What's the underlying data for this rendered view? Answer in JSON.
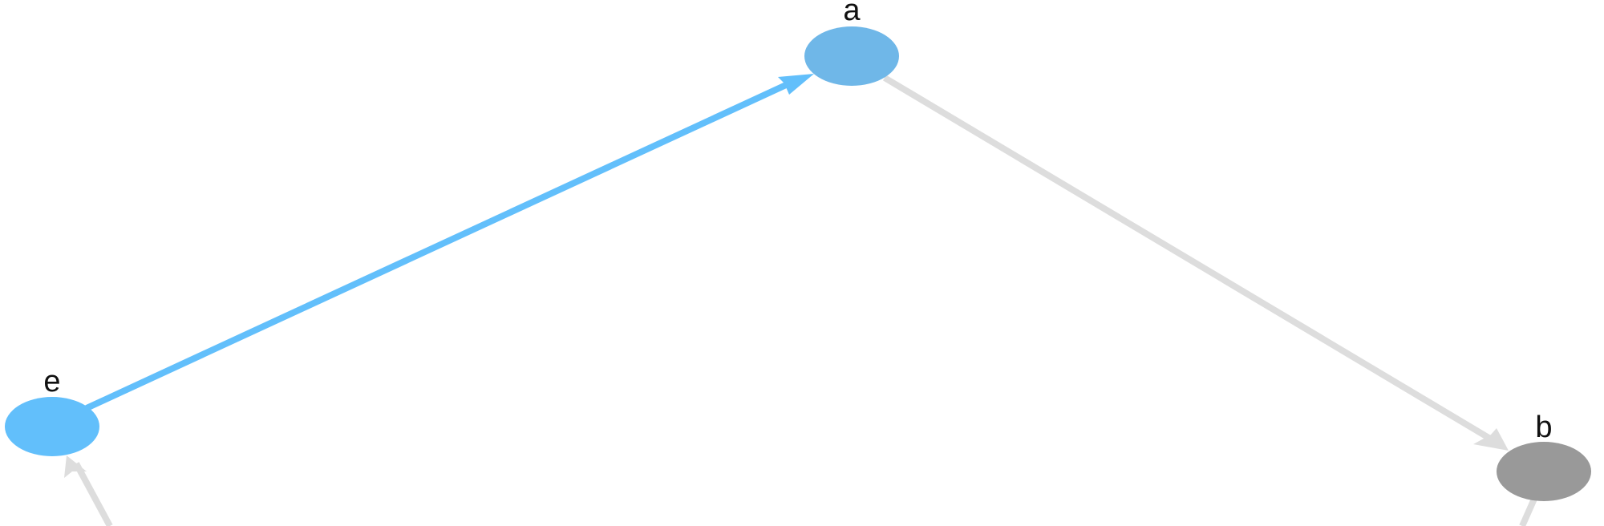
{
  "graph": {
    "nodes": [
      {
        "id": "a",
        "label": "a",
        "color": "#6fb7e8",
        "state": "highlighted"
      },
      {
        "id": "e",
        "label": "e",
        "color": "#62bffb",
        "state": "highlighted"
      },
      {
        "id": "b",
        "label": "b",
        "color": "#999999",
        "state": "default"
      }
    ],
    "edges": [
      {
        "from": "e",
        "to": "a",
        "color": "#62bffb",
        "state": "highlighted"
      },
      {
        "from": "a",
        "to": "b",
        "color": "#dddddd",
        "state": "default"
      },
      {
        "from": "offscreen",
        "to": "e",
        "color": "#dddddd",
        "state": "default"
      },
      {
        "from": "b",
        "to": "offscreen",
        "color": "#dddddd",
        "state": "default"
      }
    ]
  }
}
